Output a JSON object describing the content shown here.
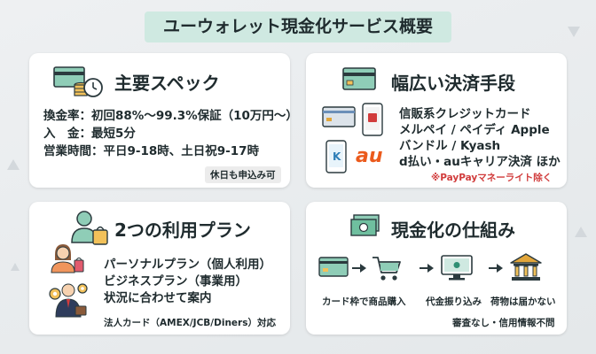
{
  "title": "ユーウォレット現金化サービス概要",
  "specs": {
    "title": "主要スペック",
    "lines": [
      "換金率：初回88%～99.3%保証（10万円～）",
      "入　金：最短5分",
      "営業時間：平日9-18時、土日祝9-17時"
    ],
    "tag": "休日も申込み可"
  },
  "payments": {
    "title": "幅広い決済手段",
    "lines": [
      "信販系クレジットカード",
      "メルペイ / ペイディ Apple",
      "バンドル / Kyash",
      "d払い・auキャリア決済 ほか"
    ],
    "note": "※PayPayマネーライト除く",
    "au_label": "au",
    "kyash_label": "K"
  },
  "plans": {
    "title": "2つの利用プラン",
    "lines": [
      "パーソナルプラン（個人利用）",
      "ビジネスプラン（事業用）",
      "状況に合わせて案内"
    ],
    "footer": "法人カード（AMEX/JCB/Diners）対応"
  },
  "mechanism": {
    "title": "現金化の仕組み",
    "steps": [
      "カード枠で商品購入",
      "代金振り込み",
      "荷物は届かない"
    ],
    "footer": "審査なし・信用情報不問"
  },
  "colors": {
    "accent": "#2f8f74",
    "accent_light": "#cfe9e1",
    "red": "#d13c3c",
    "gold": "#e2a63a"
  }
}
